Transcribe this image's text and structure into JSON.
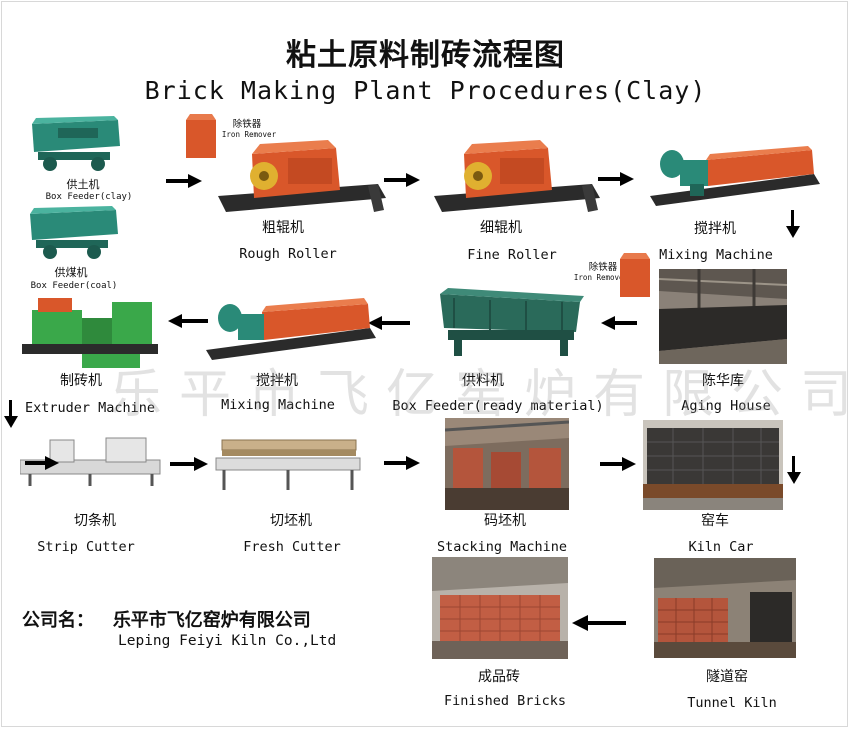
{
  "title_cn": "粘土原料制砖流程图",
  "title_en": "Brick Making Plant Procedures(Clay)",
  "watermark": "乐平市飞亿窑炉有限公司",
  "company": {
    "label_cn": "公司名：",
    "name_cn": "乐平市飞亿窑炉有限公司",
    "name_en": "Leping Feiyi Kiln Co.,Ltd"
  },
  "iron_remover": {
    "cn": "除铁器",
    "en": "Iron Remover"
  },
  "steps": {
    "box_feeder_clay": {
      "cn": "供土机",
      "en": "Box Feeder(clay)"
    },
    "box_feeder_coal": {
      "cn": "供煤机",
      "en": "Box Feeder(coal)"
    },
    "rough_roller": {
      "cn": "粗辊机",
      "en": "Rough Roller"
    },
    "fine_roller": {
      "cn": "细辊机",
      "en": "Fine Roller"
    },
    "mixing_machine_1": {
      "cn": "搅拌机",
      "en": "Mixing Machine"
    },
    "aging_house": {
      "cn": "陈华库",
      "en": "Aging House"
    },
    "box_feeder_ready": {
      "cn": "供料机",
      "en": "Box Feeder(ready material)"
    },
    "mixing_machine_2": {
      "cn": "搅拌机",
      "en": "Mixing Machine"
    },
    "extruder": {
      "cn": "制砖机",
      "en": "Extruder Machine"
    },
    "strip_cutter": {
      "cn": "切条机",
      "en": "Strip Cutter"
    },
    "fresh_cutter": {
      "cn": "切坯机",
      "en": "Fresh Cutter"
    },
    "stacking_machine": {
      "cn": "码坯机",
      "en": "Stacking Machine"
    },
    "kiln_car": {
      "cn": "窑车",
      "en": "Kiln Car"
    },
    "tunnel_kiln": {
      "cn": "隧道窑",
      "en": "Tunnel Kiln"
    },
    "finished_bricks": {
      "cn": "成品砖",
      "en": "Finished Bricks"
    }
  },
  "colors": {
    "machine_orange": "#d9572a",
    "machine_teal": "#2a8a78",
    "machine_green": "#3aa84a",
    "steel_dark": "#2b2b2b",
    "arrow": "#000000",
    "brick_red": "#b4553c"
  }
}
